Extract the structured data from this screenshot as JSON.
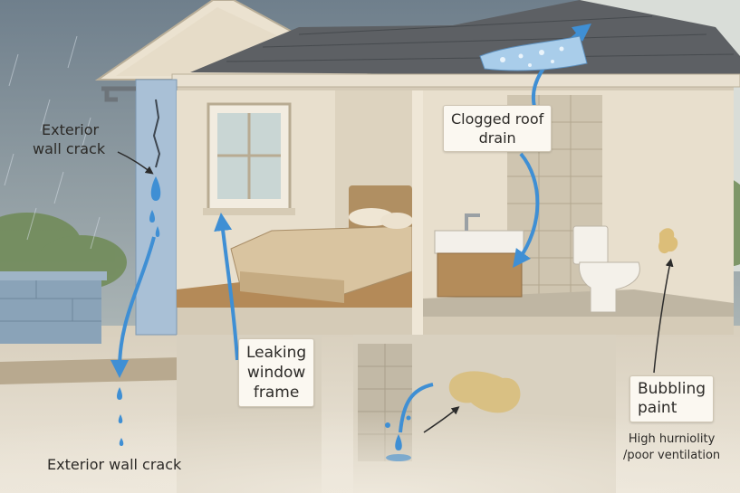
{
  "labels": {
    "exterior_wall_crack_top": [
      "Exterior",
      "wall crack"
    ],
    "clogged_roof_drain": [
      "Clogged roof",
      "drain"
    ],
    "leaking_window_frame": [
      "Leaking",
      "window",
      "frame"
    ],
    "bubbling_paint": [
      "Bubbling",
      "paint"
    ],
    "high_humidity_note": [
      "High hurniolity",
      "/poor ventilation"
    ],
    "exterior_wall_crack_bottom": "Exterior wall crack"
  },
  "colors": {
    "water": "#3f8fd4",
    "arrow": "#2b2b2b",
    "wall_blue": "#a9c0d6",
    "stain": "#d9b96a",
    "roof": "#5d6064",
    "interior_wall": "#e8dfcd"
  }
}
